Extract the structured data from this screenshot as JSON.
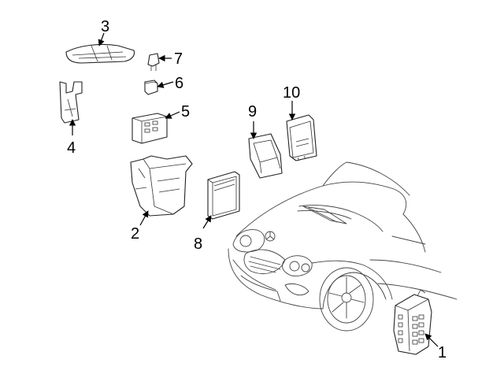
{
  "diagram": {
    "callouts": [
      {
        "id": "1",
        "label": "1"
      },
      {
        "id": "2",
        "label": "2"
      },
      {
        "id": "3",
        "label": "3"
      },
      {
        "id": "4",
        "label": "4"
      },
      {
        "id": "5",
        "label": "5"
      },
      {
        "id": "6",
        "label": "6"
      },
      {
        "id": "7",
        "label": "7"
      },
      {
        "id": "8",
        "label": "8"
      },
      {
        "id": "9",
        "label": "9"
      },
      {
        "id": "10",
        "label": "10"
      }
    ],
    "colors": {
      "line": "#222222",
      "background": "#ffffff"
    }
  }
}
